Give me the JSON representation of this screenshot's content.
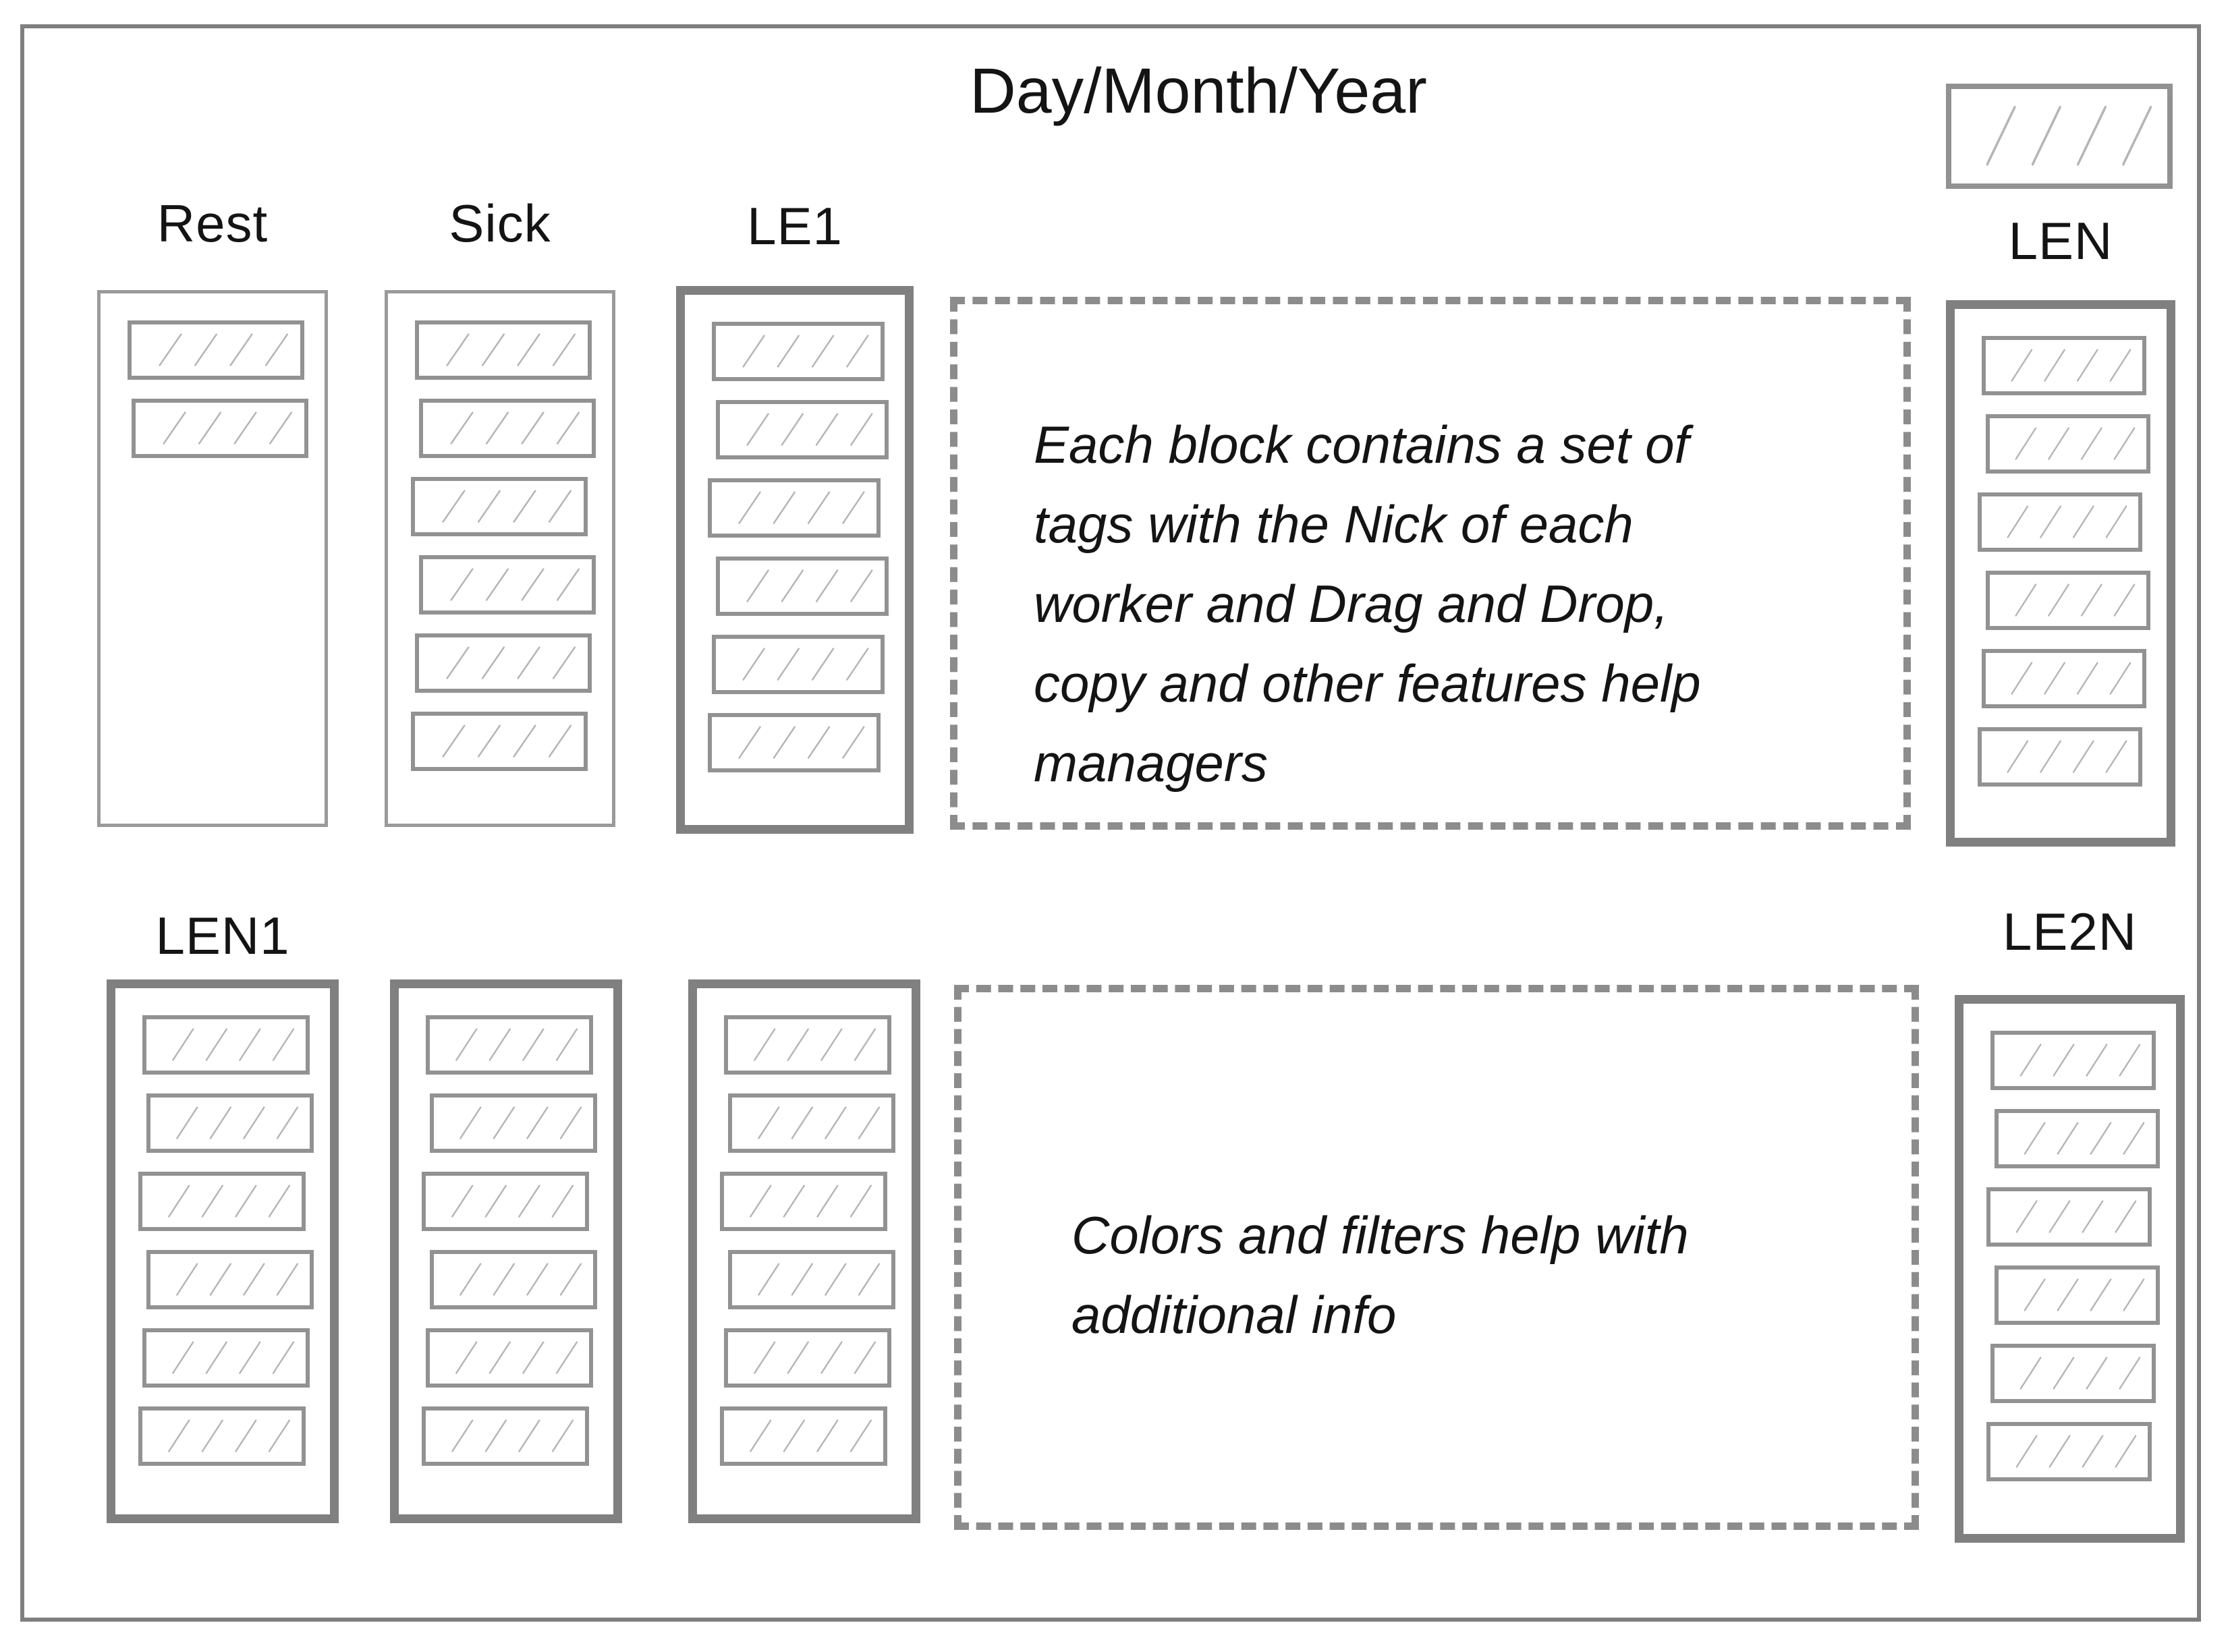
{
  "title": "Day/Month/Year",
  "floating_tag": {
    "tag_count": 1
  },
  "columns": [
    {
      "id": "rest",
      "label": "Rest",
      "row": "top",
      "tag_count": 2,
      "emphasis": false
    },
    {
      "id": "sick",
      "label": "Sick",
      "row": "top",
      "tag_count": 6,
      "emphasis": false
    },
    {
      "id": "le1",
      "label": "LE1",
      "row": "top",
      "tag_count": 6,
      "emphasis": true
    },
    {
      "id": "len",
      "label": "LEN",
      "row": "top",
      "tag_count": 6,
      "emphasis": true
    },
    {
      "id": "len1",
      "label": "LEN1",
      "row": "bottom",
      "tag_count": 6,
      "emphasis": true
    },
    {
      "id": "mid-1",
      "label": "",
      "row": "bottom",
      "tag_count": 6,
      "emphasis": true
    },
    {
      "id": "mid-2",
      "label": "",
      "row": "bottom",
      "tag_count": 6,
      "emphasis": true
    },
    {
      "id": "le2n",
      "label": "LE2N",
      "row": "bottom",
      "tag_count": 6,
      "emphasis": true
    }
  ],
  "annotations": {
    "drag_drop_note": "Each block contains a set of\ntags with the Nick of each\nworker and Drag and Drop,\ncopy and other features help\nmanagers",
    "colors_note": "Colors and filters help with\nadditional info"
  },
  "colors": {
    "frame": "#7f7f7f",
    "column_border_thick": "#808080",
    "column_border_thin": "#9a9a9a",
    "tag_border": "#929292",
    "hatch": "#b5b5b5",
    "dashed_border": "#8c8c8c",
    "text": "#141414"
  }
}
